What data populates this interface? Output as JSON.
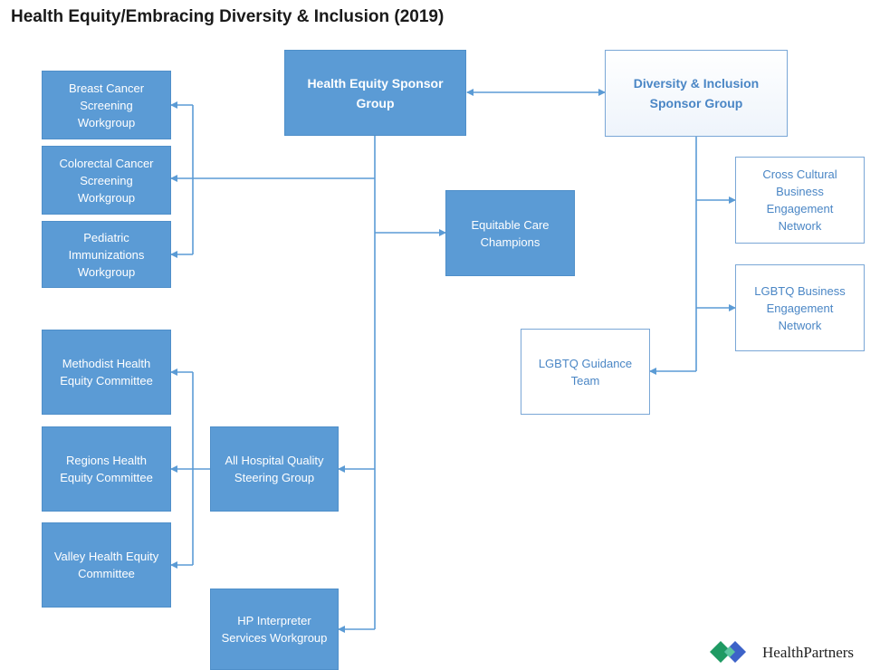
{
  "title": "Health Equity/Embracing Diversity & Inclusion (2019)",
  "boxes": {
    "health_equity_sponsor": [
      "Health Equity Sponsor",
      "Group"
    ],
    "diversity_inclusion_sponsor": [
      "Diversity & Inclusion",
      "Sponsor Group"
    ],
    "breast_cancer": [
      "Breast Cancer",
      "Screening",
      "Workgroup"
    ],
    "colorectal_cancer": [
      "Colorectal Cancer",
      "Screening",
      "Workgroup"
    ],
    "pediatric_immunizations": [
      "Pediatric",
      "Immunizations",
      "Workgroup"
    ],
    "equitable_care": [
      "Equitable Care",
      "Champions"
    ],
    "cross_cultural": [
      "Cross Cultural",
      "Business",
      "Engagement",
      "Network"
    ],
    "lgbtq_business": [
      "LGBTQ Business",
      "Engagement",
      "Network"
    ],
    "lgbtq_guidance": [
      "LGBTQ Guidance",
      "Team"
    ],
    "methodist": [
      "Methodist Health",
      "Equity Committee"
    ],
    "regions": [
      "Regions Health",
      "Equity Committee"
    ],
    "valley": [
      "Valley Health Equity",
      "Committee"
    ],
    "all_hospital": [
      "All Hospital Quality",
      "Steering Group"
    ],
    "hp_interpreter": [
      "HP Interpreter",
      "Services Workgroup"
    ]
  },
  "logo": {
    "text": "HealthPartners",
    "colors": [
      "#1f9a63",
      "#3d63c8",
      "#5cc6a0"
    ]
  },
  "colors": {
    "box_fill": "#5b9bd5",
    "connector": "#5b9bd5",
    "outline_text": "#4a86c5"
  }
}
